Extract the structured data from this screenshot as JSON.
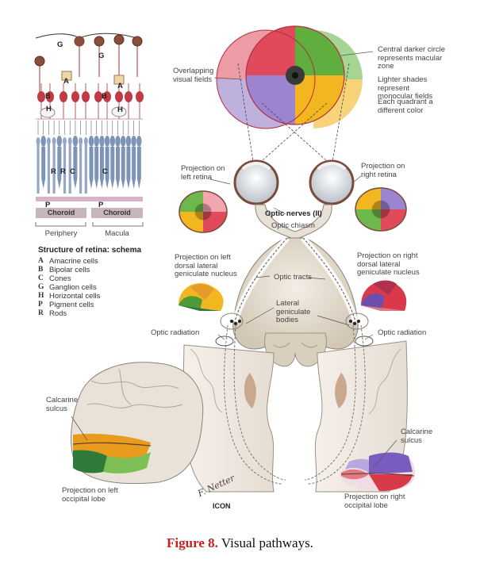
{
  "figure": {
    "label": "Figure 8.",
    "title": "Visual pathways."
  },
  "retina": {
    "layer_letters": {
      "G": "G",
      "A": "A",
      "B": "B",
      "H": "H",
      "R": "R",
      "C": "C",
      "P": "P"
    },
    "choroid": "Choroid",
    "periphery": "Periphery",
    "macula": "Macula"
  },
  "legend": {
    "title": "Structure of retina: schema",
    "items": [
      {
        "key": "A",
        "text": "Amacrine cells"
      },
      {
        "key": "B",
        "text": "Bipolar cells"
      },
      {
        "key": "C",
        "text": "Cones"
      },
      {
        "key": "G",
        "text": "Ganglion cells"
      },
      {
        "key": "H",
        "text": "Horizontal cells"
      },
      {
        "key": "P",
        "text": "Pigment cells"
      },
      {
        "key": "R",
        "text": "Rods"
      }
    ]
  },
  "labels": {
    "overlapping_fields": "Overlapping visual fields",
    "central_circle": "Central darker circle represents macular zone",
    "lighter_shades": "Lighter shades represent monocular fields",
    "each_quadrant": "Each quadrant a different color",
    "proj_left_retina": "Projection on left retina",
    "proj_right_retina": "Projection on right retina",
    "optic_nerves": "Optic nerves (II)",
    "optic_chiasm": "Optic chiasm",
    "proj_left_lgn": "Projection on left dorsal lateral geniculate nucleus",
    "proj_right_lgn": "Projection on right dorsal lateral geniculate nucleus",
    "optic_tracts": "Optic tracts",
    "lgb": "Lateral geniculate bodies",
    "optic_radiation_left": "Optic radiation",
    "optic_radiation_right": "Optic radiation",
    "calcarine_left": "Calcarine sulcus",
    "calcarine_right": "Calcarine sulcus",
    "proj_left_occipital": "Projection on left occipital lobe",
    "proj_right_occipital": "Projection on right occipital lobe",
    "signature": "F. Netter",
    "publisher": "ICON"
  },
  "colors": {
    "red": "#e04a5a",
    "green": "#6cb84c",
    "yellow": "#f2b620",
    "purple": "#8a72c4",
    "cell_red": "#c23a45",
    "cell_brown": "#8a4e3a",
    "rod_blue": "#7d93b8",
    "brain": "#ded6c8",
    "gray_matter": "#efe6dc",
    "caption_red": "#c0221f"
  }
}
